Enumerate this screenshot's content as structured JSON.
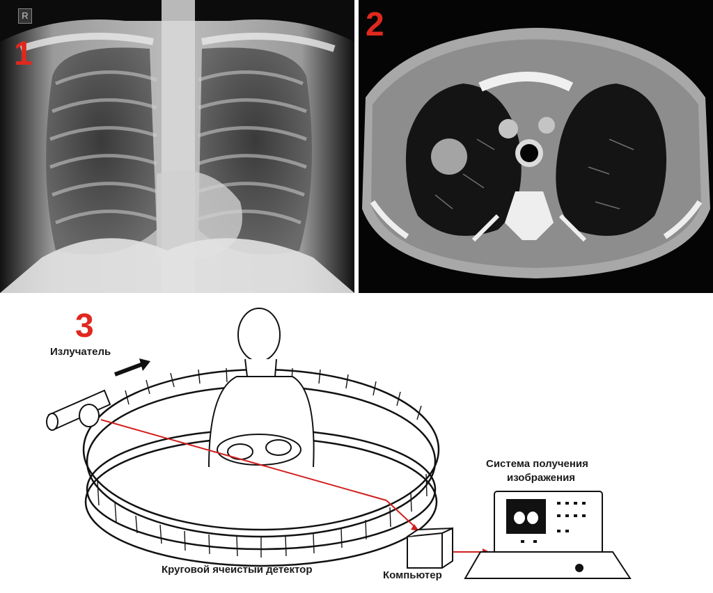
{
  "panels": [
    {
      "number": "1",
      "marker": "R"
    },
    {
      "number": "2"
    },
    {
      "number": "3"
    }
  ],
  "diagram": {
    "emitter_label": "Излучатель",
    "detector_label": "Круговой ячеистый детектор",
    "computer_label": "Компьютер",
    "imaging_system_label_line1": "Система получения",
    "imaging_system_label_line2": "изображения"
  },
  "colors": {
    "number_accent": "#e0281f",
    "beam": "#d21e1e"
  }
}
